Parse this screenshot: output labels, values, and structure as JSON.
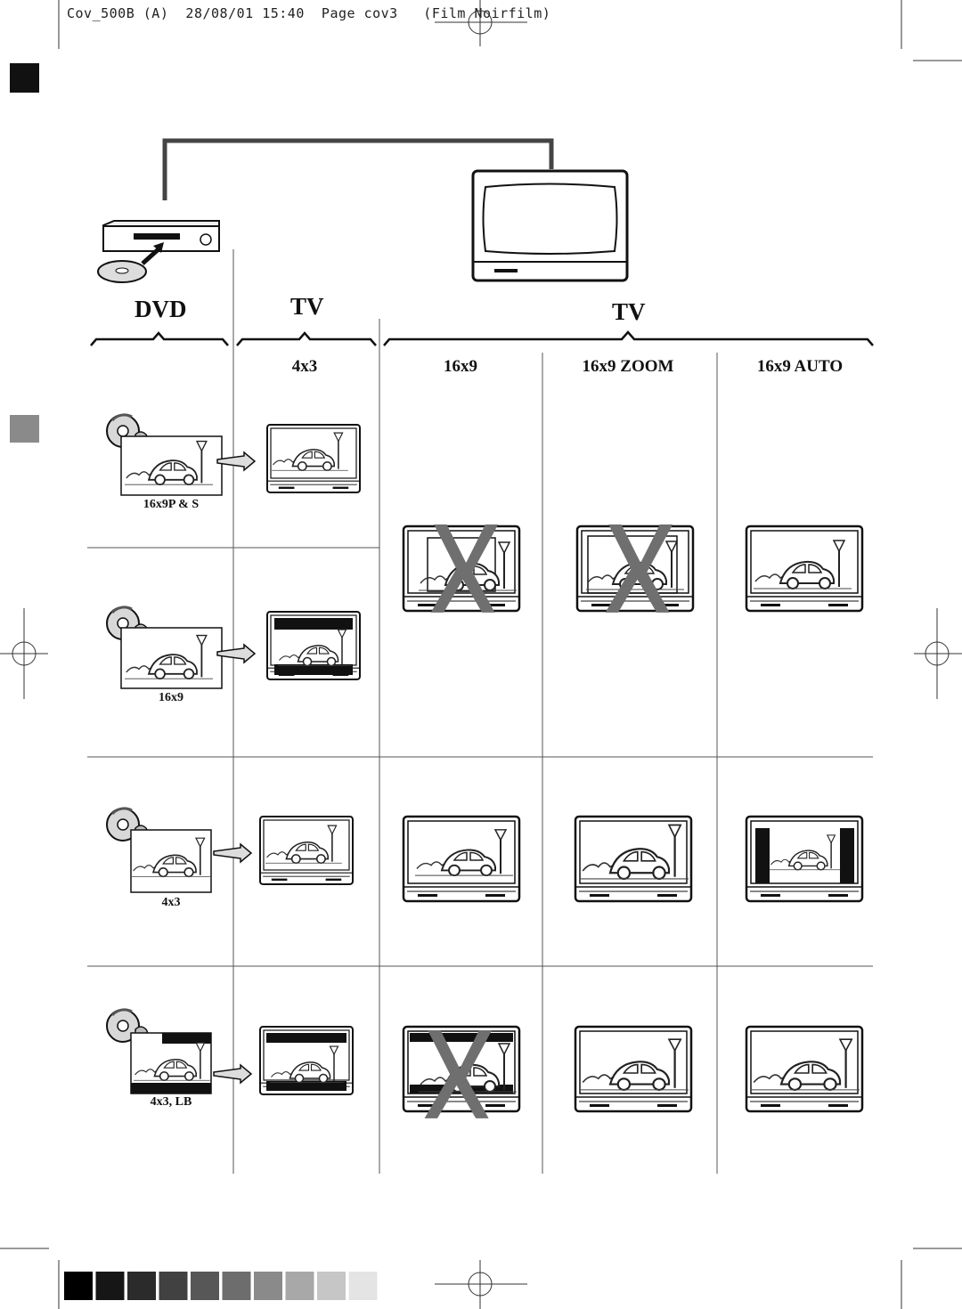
{
  "slug": {
    "left": "Cov_500B (A)  28/08/01 15:40  Page cov3",
    "right": "(Film Noirfilm)"
  },
  "headers": {
    "dvd": "DVD",
    "tv_left": "TV",
    "tv_right": "TV"
  },
  "columns": [
    "4x3",
    "16x9",
    "16x9 ZOOM",
    "16x9 AUTO"
  ],
  "rows": [
    {
      "source": "16x9P & S",
      "tv4x3": "crop",
      "tv16x9": "not-supported",
      "zoom": "not-supported",
      "auto": "fill"
    },
    {
      "source": "16x9",
      "tv4x3": "letterbox",
      "tv16x9": "none",
      "zoom": "none",
      "auto": "none"
    },
    {
      "source": "4x3",
      "tv4x3": "fill",
      "tv16x9": "stretch",
      "zoom": "zoom",
      "auto": "pillarbox"
    },
    {
      "source": "4x3, LB",
      "tv4x3": "letterbox",
      "tv16x9": "not-supported",
      "zoom": "zoom",
      "auto": "zoom"
    }
  ],
  "colors": {
    "ink": "#111111",
    "grid": "#555555",
    "cross": "#6f6f6f",
    "color_bar": [
      "#000000",
      "#161616",
      "#2b2b2b",
      "#414141",
      "#575757",
      "#6d6d6d",
      "#8a8a8a",
      "#a8a8a8",
      "#c6c6c6",
      "#e4e4e4"
    ]
  }
}
